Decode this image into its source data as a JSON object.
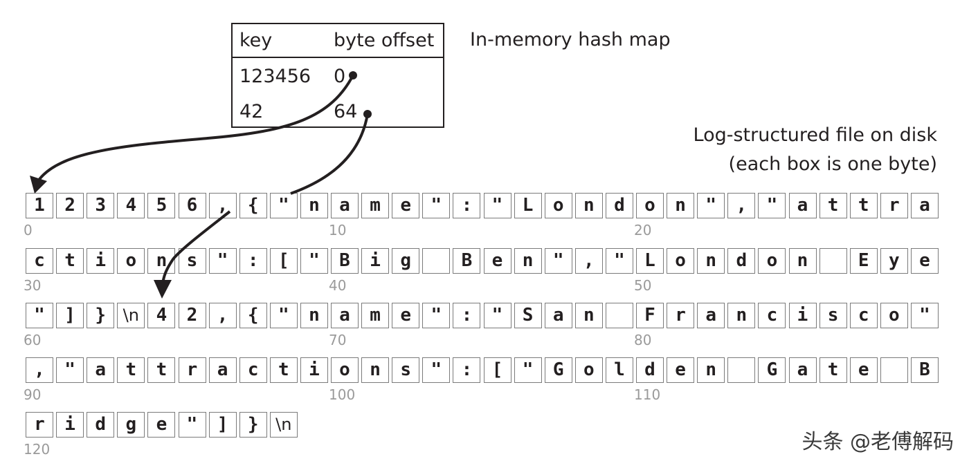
{
  "hash_map": {
    "title": "In-memory hash map",
    "headers": {
      "key": "key",
      "value": "byte offset"
    },
    "rows": [
      {
        "key": "123456",
        "value": "0"
      },
      {
        "key": "42",
        "value": "64"
      }
    ]
  },
  "log_file": {
    "title_line1": "Log-structured file on disk",
    "title_line2": "(each box is one byte)",
    "rows": [
      {
        "offset_labels": [
          "0",
          "10",
          "20"
        ],
        "bytes": [
          "1",
          "2",
          "3",
          "4",
          "5",
          "6",
          ",",
          "{",
          "\"",
          "n",
          "a",
          "m",
          "e",
          "\"",
          ":",
          "\"",
          "L",
          "o",
          "n",
          "d",
          "o",
          "n",
          "\"",
          ",",
          "\"",
          "a",
          "t",
          "t",
          "r",
          "a"
        ]
      },
      {
        "offset_labels": [
          "30",
          "40",
          "50"
        ],
        "bytes": [
          "c",
          "t",
          "i",
          "o",
          "n",
          "s",
          "\"",
          ":",
          "[",
          "\"",
          "B",
          "i",
          "g",
          " ",
          "B",
          "e",
          "n",
          "\"",
          ",",
          "\"",
          "L",
          "o",
          "n",
          "d",
          "o",
          "n",
          " ",
          "E",
          "y",
          "e"
        ]
      },
      {
        "offset_labels": [
          "60",
          "70",
          "80"
        ],
        "bytes": [
          "\"",
          "]",
          "}",
          "\\n",
          "4",
          "2",
          ",",
          "{",
          "\"",
          "n",
          "a",
          "m",
          "e",
          "\"",
          ":",
          "\"",
          "S",
          "a",
          "n",
          " ",
          "F",
          "r",
          "a",
          "n",
          "c",
          "i",
          "s",
          "c",
          "o",
          "\""
        ]
      },
      {
        "offset_labels": [
          "90",
          "100",
          "110"
        ],
        "bytes": [
          ",",
          "\"",
          "a",
          "t",
          "t",
          "r",
          "a",
          "c",
          "t",
          "i",
          "o",
          "n",
          "s",
          "\"",
          ":",
          "[",
          "\"",
          "G",
          "o",
          "l",
          "d",
          "e",
          "n",
          " ",
          "G",
          "a",
          "t",
          "e",
          " ",
          "B"
        ]
      },
      {
        "offset_labels": [
          "120"
        ],
        "bytes": [
          "r",
          "i",
          "d",
          "g",
          "e",
          "\"",
          "]",
          "}",
          "\\n"
        ]
      }
    ]
  },
  "watermark": "头条 @老傅解码",
  "colors": {
    "ink": "#231f20",
    "box_border": "#7a7a7a",
    "offset_label": "#9a9a9a"
  }
}
